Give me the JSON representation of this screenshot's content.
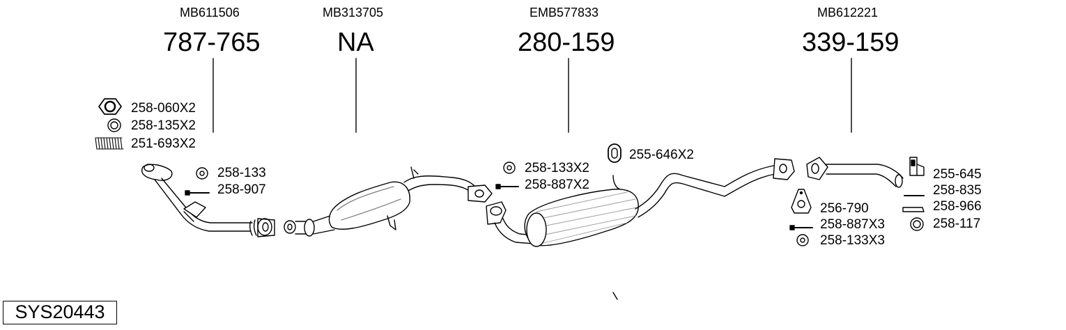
{
  "system_code": "SYS20443",
  "parts": [
    {
      "oem": "MB611506",
      "number": "787-765"
    },
    {
      "oem": "MB313705",
      "number": "NA"
    },
    {
      "oem": "EMB577833",
      "number": "280-159"
    },
    {
      "oem": "MB612221",
      "number": "339-159"
    }
  ],
  "fittings": {
    "front_pipe": [
      "258-060X2",
      "258-135X2",
      "251-693X2",
      "258-133",
      "258-907"
    ],
    "center": [
      "258-133X2",
      "258-887X2",
      "255-646X2"
    ],
    "rear": [
      "255-645",
      "258-835",
      "258-966",
      "258-117",
      "256-790",
      "258-887X3",
      "258-133X3"
    ]
  },
  "colors": {
    "line": "#000000",
    "fill": "#ffffff",
    "shade": "#dcdcdc"
  }
}
